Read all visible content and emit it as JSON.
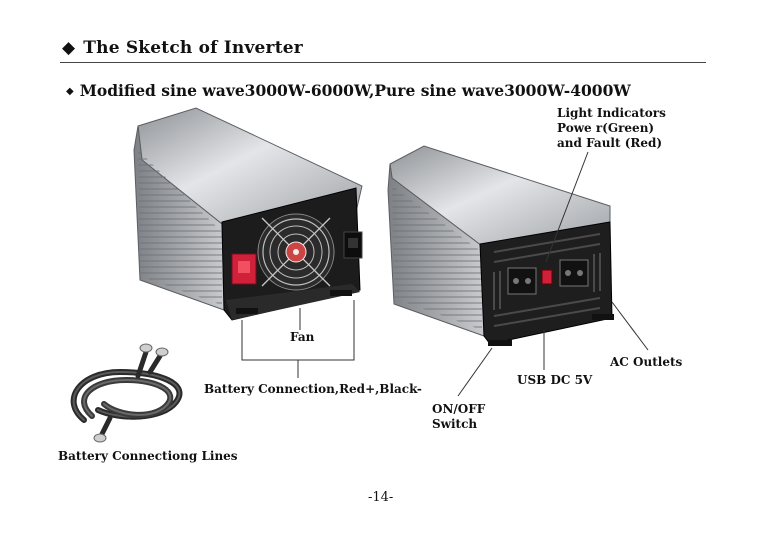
{
  "heading": {
    "title": "The Sketch of Inverter",
    "subtitle": "Modified sine wave3000W-6000W,Pure sine wave3000W-4000W"
  },
  "labels": {
    "light_indicators_line1": "Light Indicators",
    "light_indicators_line2": "Powe r(Green)",
    "light_indicators_line3": "and Fault (Red)",
    "fan": "Fan",
    "battery_connection": "Battery Connection,Red+,Black-",
    "ac_outlets": "AC Outlets",
    "usb": "USB DC 5V",
    "switch_line1": "ON/OFF",
    "switch_line2": "Switch",
    "battery_lines": "Battery Connectiong Lines"
  },
  "footer": {
    "page_number": "-14-"
  },
  "icons": {
    "heading_bullet": "diamond-icon",
    "subheading_bullet": "small-diamond-icon"
  },
  "colors": {
    "terminal_red": "#d0203a",
    "panel_black": "#1c1c1c",
    "aluminum": "#b8babd"
  }
}
